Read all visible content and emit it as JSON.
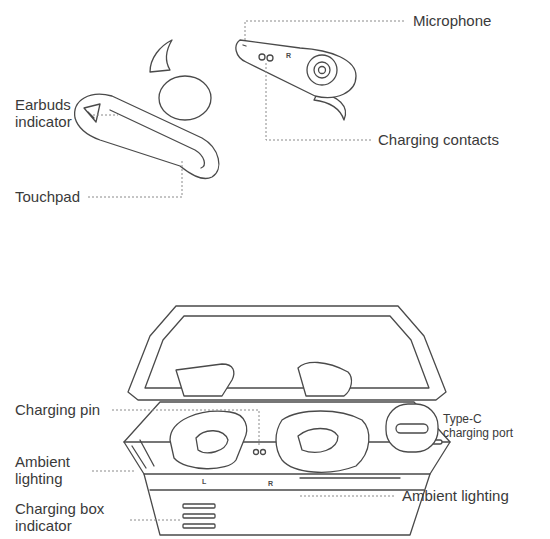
{
  "diagram": {
    "labels": [
      "Microphone",
      "Earbuds indicator",
      "R",
      "Charging contacts",
      "Touchpad",
      "Charging pin",
      "Type-C charging port",
      "Ambient lighting",
      "L",
      "R",
      "Ambient lighting",
      "Charging box indicator"
    ]
  }
}
